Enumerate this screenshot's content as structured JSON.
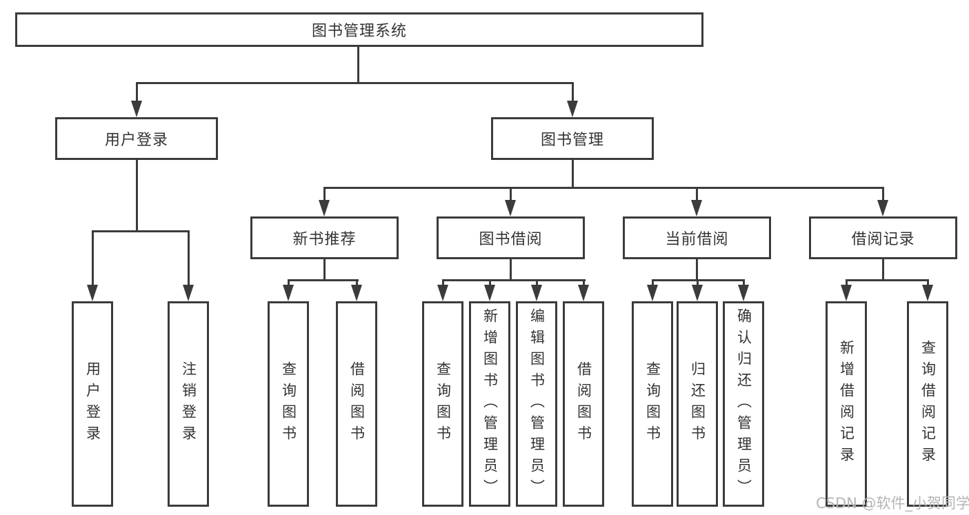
{
  "diagram": {
    "root": "图书管理系统",
    "level2": {
      "user_login": "用户登录",
      "book_mgmt": "图书管理"
    },
    "level3": {
      "new_book_rec": "新书推荐",
      "book_borrow": "图书借阅",
      "current_borrow": "当前借阅",
      "borrow_record": "借阅记录"
    },
    "leaves": {
      "user_login_1": "用户登录",
      "user_login_2": "注销登录",
      "new_book_1": "查询图书",
      "new_book_2": "借阅图书",
      "borrow_1": "查询图书",
      "borrow_2": "新增图书（管理员）",
      "borrow_3": "编辑图书（管理员）",
      "borrow_4": "借阅图书",
      "current_1": "查询图书",
      "current_2": "归还图书",
      "current_3": "确认归还（管理员）",
      "record_1": "新增借阅记录",
      "record_2": "查询借阅记录"
    },
    "watermark": "CSDN @软件_小贺同学",
    "colors": {
      "line": "#3b3b3b",
      "text": "#333333",
      "watermark": "#b5b5b5",
      "background": "#ffffff"
    }
  }
}
